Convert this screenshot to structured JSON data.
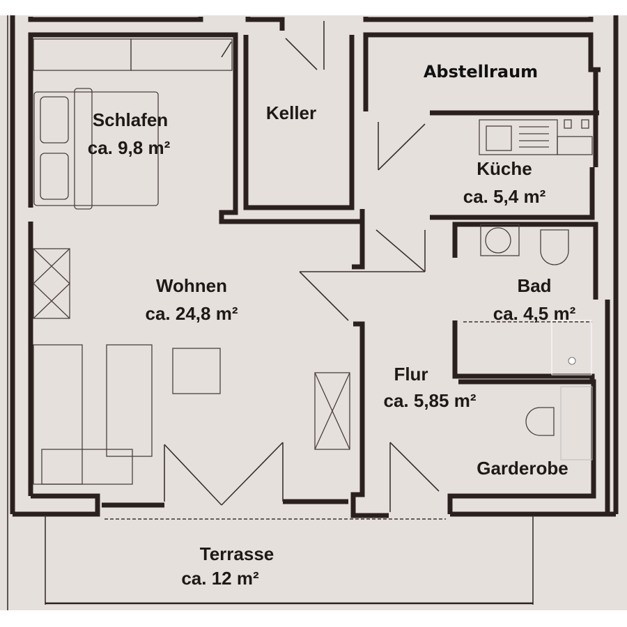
{
  "plan": {
    "background_color": "#e6e0dd",
    "wall_color": "#2a211e",
    "rooms": [
      {
        "name": "Schlafen",
        "area": "ca. 9,8 m²"
      },
      {
        "name": "Keller",
        "area": ""
      },
      {
        "name": "Abstellraum",
        "area": ""
      },
      {
        "name": "Küche",
        "area": "ca. 5,4 m²"
      },
      {
        "name": "Wohnen",
        "area": "ca. 24,8 m²"
      },
      {
        "name": "Bad",
        "area": "ca. 4,5 m²"
      },
      {
        "name": "Flur",
        "area": "ca. 5,85 m²"
      },
      {
        "name": "Garderobe",
        "area": ""
      },
      {
        "name": "Terrasse",
        "area": "ca. 12 m²"
      }
    ]
  }
}
